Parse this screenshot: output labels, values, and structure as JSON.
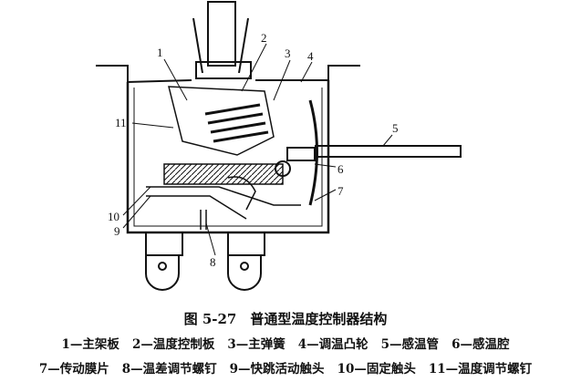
{
  "figure": {
    "title": "图 5-27　普通型温度控制器结构",
    "callouts": [
      "1",
      "2",
      "3",
      "4",
      "5",
      "6",
      "7",
      "8",
      "9",
      "10",
      "11"
    ],
    "legend_row1": [
      "1—主架板",
      "2—温度控制板",
      "3—主弹簧",
      "4—调温凸轮",
      "5—感温管",
      "6—感温腔"
    ],
    "legend_row2": [
      "7—传动膜片",
      "8—温差调节螺钉",
      "9—快跳活动触头",
      "10—固定触头",
      "11—温度调节螺钉"
    ]
  }
}
